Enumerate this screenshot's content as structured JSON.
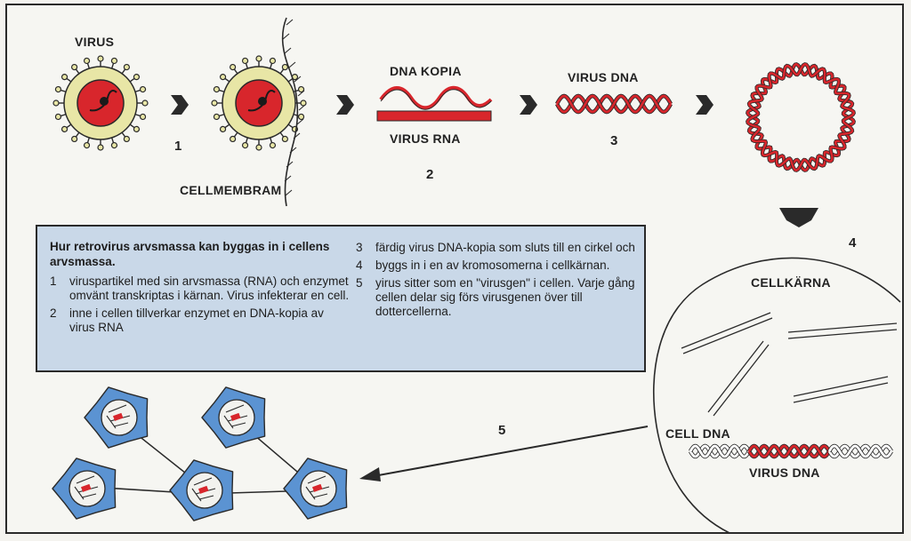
{
  "labels": {
    "virus": "VIRUS",
    "cellmembran": "CELLMEMBRAM",
    "dna_kopia": "DNA KOPIA",
    "virus_rna": "VIRUS RNA",
    "virus_dna_top": "VIRUS DNA",
    "cellkarna": "CELLKÄRNA",
    "cell_dna": "CELL DNA",
    "virus_dna_bottom": "VIRUS DNA"
  },
  "step_numbers": {
    "s1": "1",
    "s2": "2",
    "s3": "3",
    "s4": "4",
    "s5": "5"
  },
  "caption": {
    "title": "Hur retrovirus arvsmassa kan byggas in i cellens arvsmassa.",
    "items": [
      {
        "n": "1",
        "text": "viruspartikel med sin arvsmassa (RNA) och enzymet omvänt transkriptas i kärnan. Virus infekterar en cell."
      },
      {
        "n": "2",
        "text": "inne i cellen tillverkar enzymet en DNA-kopia av virus RNA"
      },
      {
        "n": "3",
        "text": "färdig virus DNA-kopia som sluts till en cirkel och"
      },
      {
        "n": "4",
        "text": "byggs in i en av kromosomerna i cellkärnan."
      },
      {
        "n": "5",
        "text": "yirus sitter som en \"virusgen\" i cellen. Varje gång cellen delar sig förs virusgenen över till dottercellerna."
      }
    ]
  },
  "colors": {
    "virus_envelope": "#e8e6a6",
    "virus_core": "#d8262c",
    "dna_red": "#d8262c",
    "cell_blue": "#5b93d2",
    "nucleus_white": "#f2f2ee",
    "caption_bg": "#c9d8e8",
    "arrow": "#2a2a2a"
  }
}
